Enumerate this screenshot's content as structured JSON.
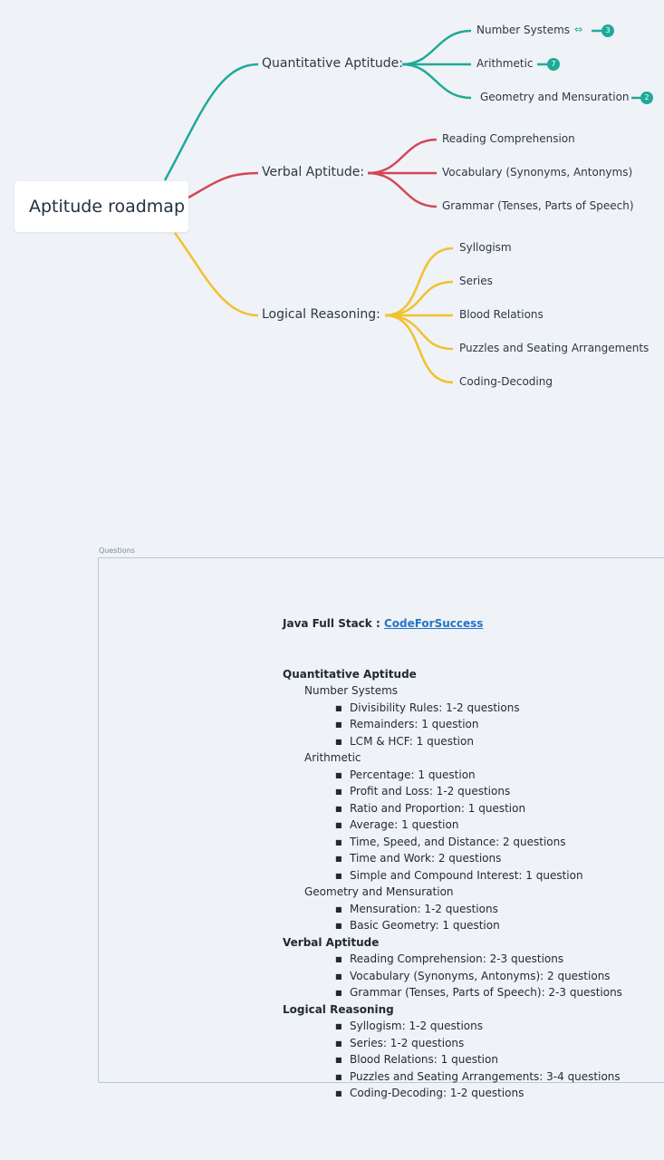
{
  "mindmap": {
    "root": "Aptitude roadmap",
    "colors": {
      "quant": "#1faa98",
      "verbal": "#d1475a",
      "logical": "#f2c12e"
    },
    "branches": {
      "quant": {
        "label": "Quantitative Aptitude:",
        "items": [
          {
            "label": "Number Systems",
            "badge": "3",
            "icon": "link-icon"
          },
          {
            "label": "Arithmetic",
            "badge": "7"
          },
          {
            "label": "Geometry and Mensuration",
            "badge": "2"
          }
        ]
      },
      "verbal": {
        "label": "Verbal Aptitude:",
        "items": [
          {
            "label": "Reading Comprehension"
          },
          {
            "label": "Vocabulary (Synonyms, Antonyms)"
          },
          {
            "label": "Grammar (Tenses, Parts of Speech)"
          }
        ]
      },
      "logical": {
        "label": "Logical Reasoning:",
        "items": [
          {
            "label": "Syllogism"
          },
          {
            "label": "Series"
          },
          {
            "label": "Blood Relations"
          },
          {
            "label": "Puzzles and Seating Arrangements"
          },
          {
            "label": "Coding-Decoding"
          }
        ]
      }
    }
  },
  "notes": {
    "frame_label": "Questions",
    "header_prefix": "Java Full Stack : ",
    "header_link": "CodeForSuccess",
    "sections": [
      {
        "title": "Quantitative Aptitude",
        "subsections": [
          {
            "title": "Number Systems",
            "items": [
              "Divisibility Rules: 1-2 questions",
              "Remainders: 1 question",
              "LCM & HCF: 1 question"
            ]
          },
          {
            "title": "Arithmetic",
            "items": [
              "Percentage: 1 question",
              "Profit and Loss: 1-2 questions",
              "Ratio and Proportion: 1 question",
              "Average: 1 question",
              "Time, Speed, and Distance: 2 questions",
              "Time and Work: 2 questions",
              "Simple and Compound Interest: 1 question"
            ]
          },
          {
            "title": "Geometry and Mensuration",
            "items": [
              "Mensuration: 1-2 questions",
              "Basic Geometry: 1 question"
            ]
          }
        ]
      },
      {
        "title": "Verbal Aptitude",
        "subsections": [
          {
            "title": "",
            "items": [
              "Reading Comprehension: 2-3 questions",
              "Vocabulary (Synonyms, Antonyms): 2 questions",
              "Grammar (Tenses, Parts of Speech): 2-3 questions"
            ]
          }
        ]
      },
      {
        "title": "Logical Reasoning",
        "subsections": [
          {
            "title": "",
            "items": [
              "Syllogism: 1-2 questions",
              "Series: 1-2 questions",
              "Blood Relations: 1 question",
              "Puzzles and Seating Arrangements: 3-4 questions",
              "Coding-Decoding: 1-2 questions"
            ]
          }
        ]
      }
    ]
  }
}
